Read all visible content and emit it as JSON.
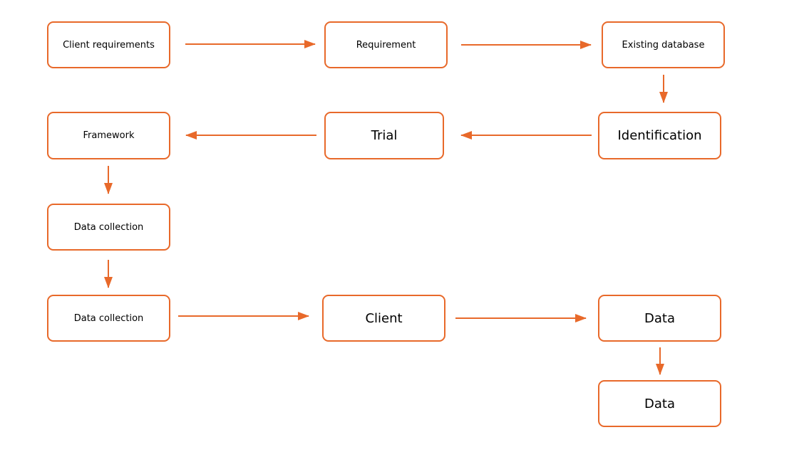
{
  "colors": {
    "accent": "#e8692a",
    "text": "#000000",
    "background": "#ffffff"
  },
  "nodes": [
    {
      "id": "client-requirements",
      "label": "Client requirements"
    },
    {
      "id": "requirement",
      "label": "Requirement"
    },
    {
      "id": "existing-database",
      "label": "Existing database"
    },
    {
      "id": "identification",
      "label": "Identification"
    },
    {
      "id": "trial",
      "label": "Trial"
    },
    {
      "id": "framework",
      "label": "Framework"
    },
    {
      "id": "data-collection-1",
      "label": "Data collection"
    },
    {
      "id": "data-collection-2",
      "label": "Data collection"
    },
    {
      "id": "client",
      "label": "Client"
    },
    {
      "id": "data-1",
      "label": "Data"
    },
    {
      "id": "data-2",
      "label": "Data"
    }
  ],
  "edges": [
    {
      "from": "client-requirements",
      "to": "requirement"
    },
    {
      "from": "requirement",
      "to": "existing-database"
    },
    {
      "from": "existing-database",
      "to": "identification"
    },
    {
      "from": "identification",
      "to": "trial"
    },
    {
      "from": "trial",
      "to": "framework"
    },
    {
      "from": "framework",
      "to": "data-collection-1"
    },
    {
      "from": "data-collection-1",
      "to": "data-collection-2"
    },
    {
      "from": "data-collection-2",
      "to": "client"
    },
    {
      "from": "client",
      "to": "data-1"
    },
    {
      "from": "data-1",
      "to": "data-2"
    }
  ]
}
